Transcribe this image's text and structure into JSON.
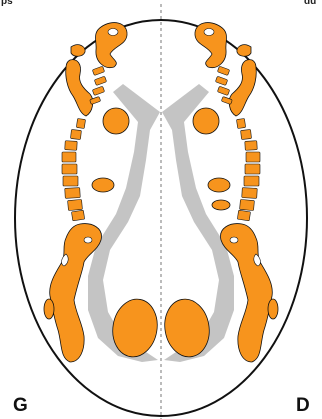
{
  "labels": {
    "left": "G",
    "right": "D",
    "top_left_fragment": "ps",
    "top_right_fragment": "du"
  },
  "colors": {
    "orange": "#f7941d",
    "gray": "#c4c4c4",
    "outline": "#111111",
    "midline": "#777777"
  }
}
